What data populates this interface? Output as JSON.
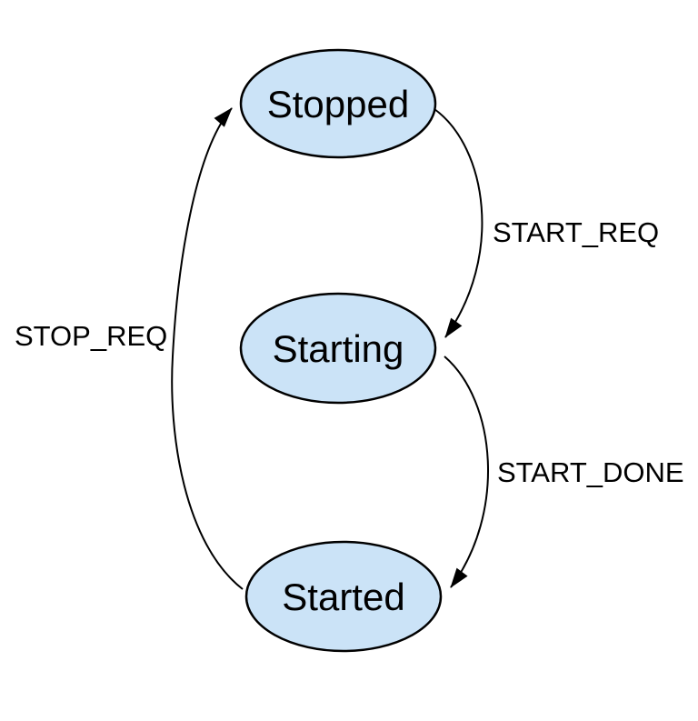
{
  "diagram": {
    "type": "state-machine",
    "background_color": "#ffffff",
    "node_fill": "#cbe3f7",
    "node_stroke": "#000000",
    "edge_color": "#000000",
    "states": [
      {
        "id": "stopped",
        "label": "Stopped"
      },
      {
        "id": "starting",
        "label": "Starting"
      },
      {
        "id": "started",
        "label": "Started"
      }
    ],
    "transitions": [
      {
        "from": "Stopped",
        "to": "Starting",
        "label": "START_REQ"
      },
      {
        "from": "Starting",
        "to": "Started",
        "label": "START_DONE"
      },
      {
        "from": "Started",
        "to": "Stopped",
        "label": "STOP_REQ"
      }
    ]
  }
}
